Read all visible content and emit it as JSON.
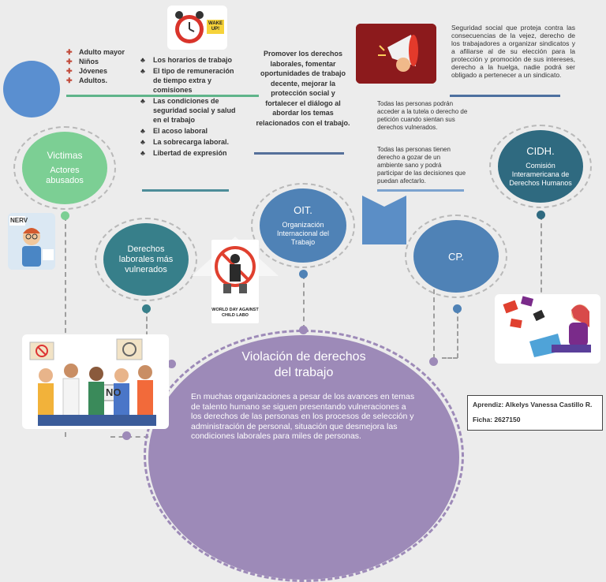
{
  "victims_list": [
    "Adulto mayor",
    "Niños",
    "Jóvenes",
    "Adultos."
  ],
  "issues_list": [
    "Los horarios de trabajo",
    "El tipo de remuneración de tiempo extra y comisiones",
    "Las condiciones de seguridad social y salud en el trabajo",
    "El acoso laboral",
    "La sobrecarga laboral.",
    "Libertad de expresión"
  ],
  "oit_text": "Promover los derechos laborales, fomentar oportunidades de trabajo decente, mejorar la protección social y fortalecer el diálogo al abordar los temas relacionados con el trabajo.",
  "social_security_text": "Seguridad social que proteja contra las consecuencias de la vejez, derecho de los trabajadores a organizar sindicatos y a afiliarse al de su elección para la protección y promoción de sus intereses, derecho a la huelga, nadie podrá ser obligado a pertenecer a un sindicato.",
  "cp_text_1": "Todas las personas podrán acceder a la tutela o derecho de petición cuando sientan sus derechos vulnerados.",
  "cp_text_2": "Todas las personas tienen derecho a gozar de un ambiente sano y podrá participar de las decisiones que puedan afectarlo.",
  "victimas": {
    "title": "Victimas",
    "subtitle": "Actores abusados"
  },
  "derechos": {
    "title": "Derechos laborales más vulnerados"
  },
  "oit": {
    "title": "OIT.",
    "subtitle": "Organización Internacional del Trabajo"
  },
  "cp": {
    "title": "CP."
  },
  "cidh": {
    "title": "CIDH.",
    "subtitle": "Comisión Interamericana de Derechos Humanos"
  },
  "main": {
    "title": "Violación de derechos del trabajo",
    "body": "En muchas organizaciones a pesar de los avances en temas de talento humano se siguen presentando vulneraciones a los derechos de las personas en los procesos de selección y administración de personal, situación que desmejora las condiciones laborales para miles de personas."
  },
  "clock_label": "WAKE UP!",
  "protest_signs": [
    "NO"
  ],
  "child_labor_caption": "WORLD DAY AGAINST CHILD LABO",
  "sticker_text": "NERV",
  "info_box": {
    "aprendiz": "Aprendiz: Alkelys Vanessa Castillo R.",
    "ficha": "Ficha: 2627150"
  },
  "colors": {
    "green": "#7ccf94",
    "teal": "#377f8a",
    "blue": "#4f82b6",
    "purple": "#9d8ab8",
    "light_blue": "#5a8fd0"
  }
}
